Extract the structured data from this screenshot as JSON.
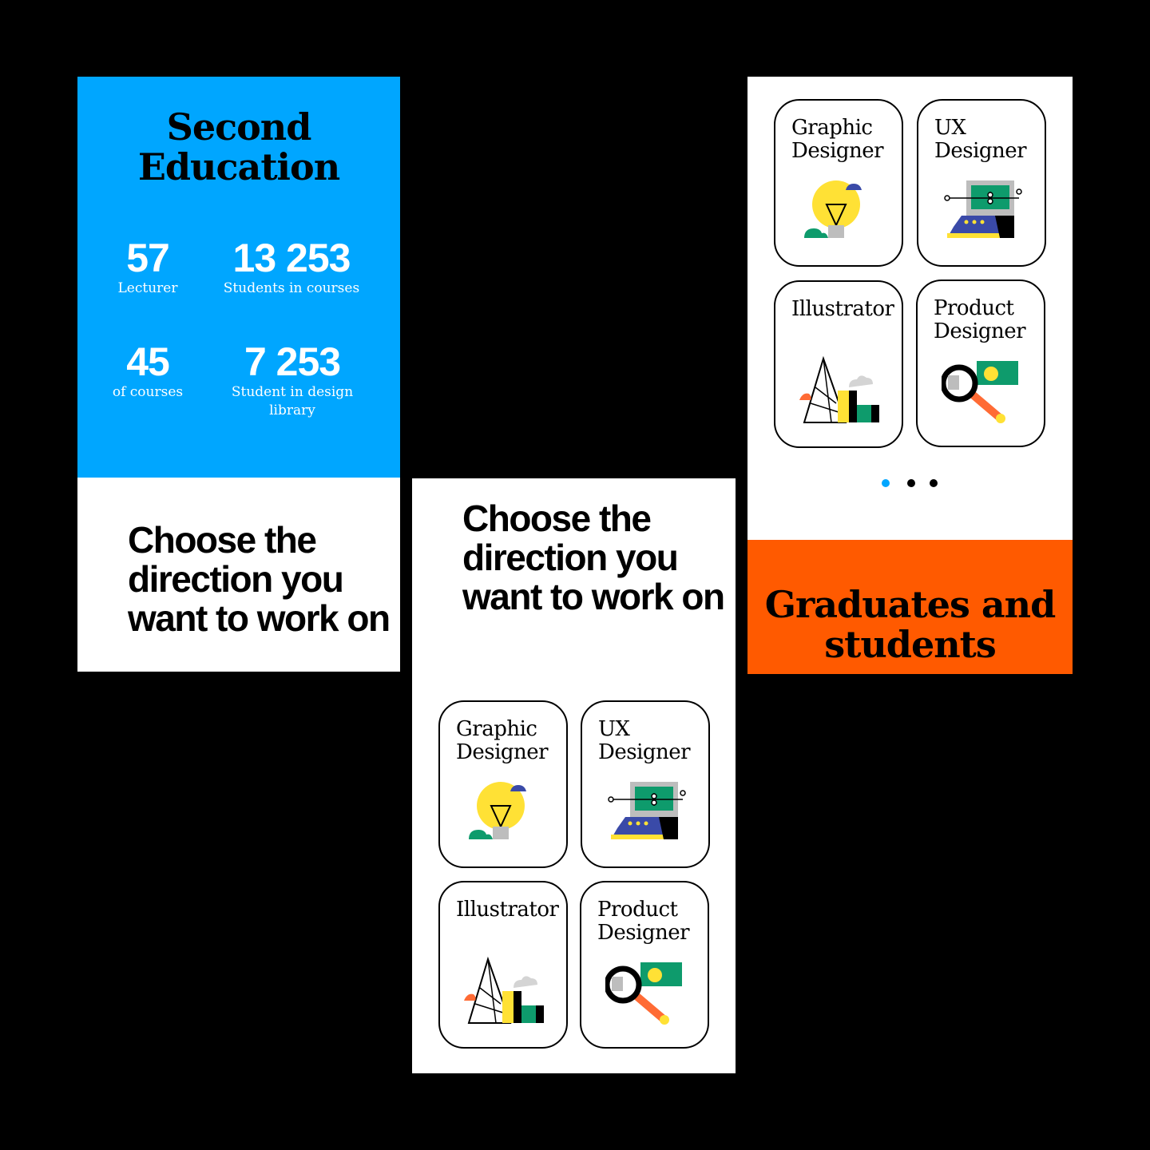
{
  "screen1": {
    "title": "Second Education",
    "stats": [
      {
        "value": "57",
        "label": "Lecturer"
      },
      {
        "value": "13 253",
        "label": "Students in courses"
      },
      {
        "value": "45",
        "label": "of courses"
      },
      {
        "value": "7 253",
        "label": "Student in design library"
      }
    ],
    "heading": "Choose the direction you want to work on"
  },
  "screen2": {
    "heading": "Choose the direction you want to work on"
  },
  "cards": [
    {
      "label": "Graphic Designer",
      "icon": "lightbulb-illustration"
    },
    {
      "label": "UX Designer",
      "icon": "computer-illustration"
    },
    {
      "label": "Illustrator",
      "icon": "mountain-illustration"
    },
    {
      "label": "Product Designer",
      "icon": "magnifier-illustration"
    }
  ],
  "screen3": {
    "pagination": {
      "total": 3,
      "active": 0
    },
    "footer_title": "Graduates and students"
  },
  "colors": {
    "blue": "#00a6ff",
    "orange": "#ff5a00",
    "yellow": "#ffe135",
    "green": "#0e9b6c",
    "navy": "#3a4aa8"
  }
}
